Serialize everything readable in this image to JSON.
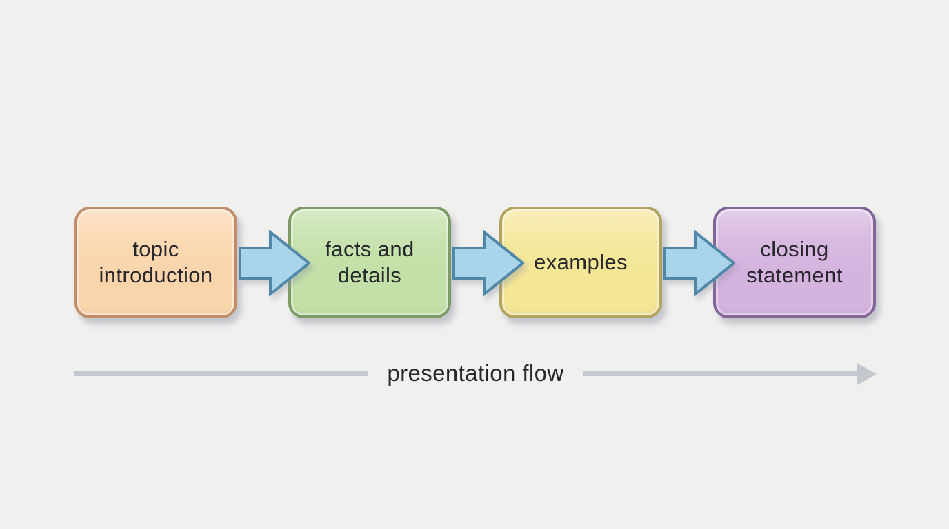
{
  "page": {
    "background": "#f0f0ee"
  },
  "diagram": {
    "type": "flowchart",
    "direction": "left-to-right",
    "steps": [
      {
        "label": "topic\nintroduction",
        "fill": "#fad5ac",
        "border": "#c08d68"
      },
      {
        "label": "facts and\ndetails",
        "fill": "#c2e0a7",
        "border": "#7d9a66"
      },
      {
        "label": "examples",
        "fill": "#f4e695",
        "border": "#b1a45e"
      },
      {
        "label": "closing\nstatement",
        "fill": "#d4b3de",
        "border": "#816697"
      }
    ],
    "connector": {
      "icon": "right-block-arrow",
      "fill": "#aad4e9",
      "border": "#4e87a7"
    },
    "axis": {
      "label": "presentation flow",
      "line_color": "#c3c8cf",
      "text_color": "#26262b"
    }
  }
}
